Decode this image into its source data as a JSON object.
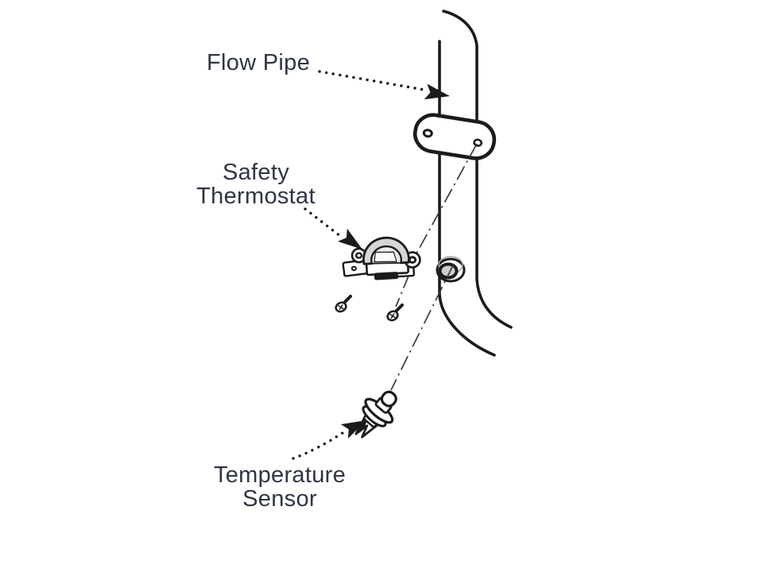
{
  "colors": {
    "background": "#ffffff",
    "ink": "#1b1b1b",
    "label_text": "#2f3543",
    "centerline": "#3a3a3a",
    "shade_band": "#d6d6d6",
    "shade_inner_window": "#ececec",
    "shade_bore": "#cdcdcd",
    "shade_rim": "#a6a6a6"
  },
  "labels": {
    "flow_pipe": "Flow Pipe",
    "safety_thermostat_line1": "Safety",
    "safety_thermostat_line2": "Thermostat",
    "temperature_sensor_line1": "Temperature",
    "temperature_sensor_line2": "Sensor"
  }
}
